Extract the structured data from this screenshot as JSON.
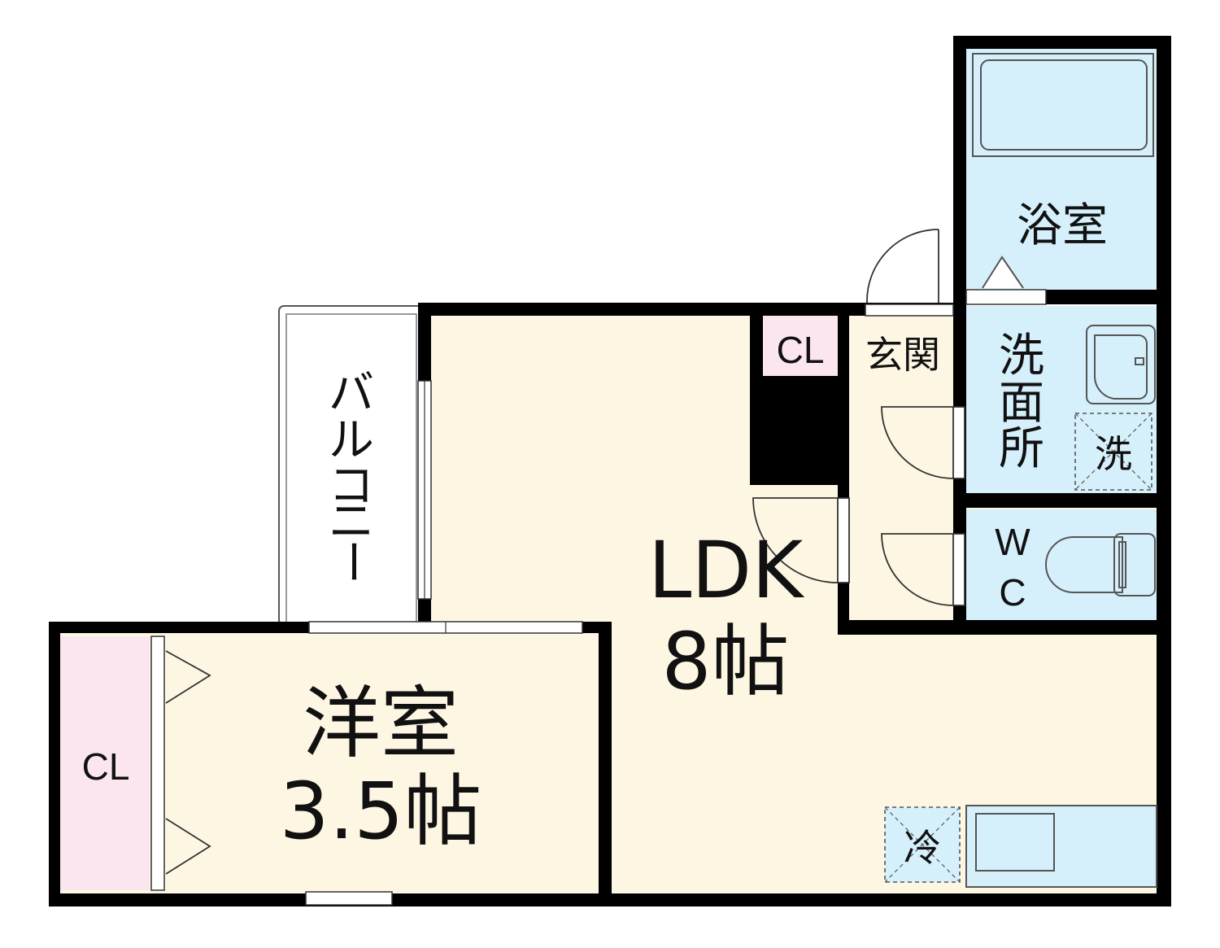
{
  "colors": {
    "room_fill": "#fdf6e3",
    "wet_fill": "#d6f0fb",
    "closet_fill": "#fbe6ef",
    "wall": "#000000"
  },
  "rooms": {
    "bath": "浴室",
    "washroom_line1": "洗",
    "washroom_line2": "面",
    "washroom_line3": "所",
    "washer": "洗",
    "wc_line1": "W",
    "wc_line2": "C",
    "entrance": "玄関",
    "closet_top": "CL",
    "closet_left": "CL",
    "ldk_name": "LDK",
    "ldk_size": "8帖",
    "western_name": "洋室",
    "western_size": "3.5帖",
    "fridge": "冷",
    "balcony_1": "バ",
    "balcony_2": "ル",
    "balcony_3": "コ",
    "balcony_4": "ニ",
    "balcony_5": "ー"
  }
}
